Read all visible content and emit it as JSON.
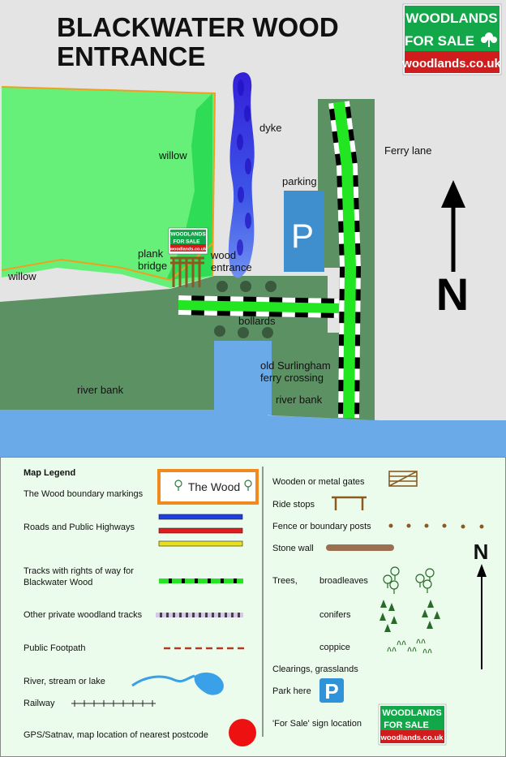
{
  "map": {
    "title_line1": "BLACKWATER WOOD",
    "title_line2": "ENTRANCE",
    "badge": {
      "line1": "WOODLANDS",
      "line2": "FOR SALE",
      "url": "woodlands.co.uk"
    },
    "labels": {
      "willow_top": "willow",
      "willow_left": "willow",
      "dyke": "dyke",
      "ferry_lane": "Ferry lane",
      "parking": "parking",
      "parking_symbol": "P",
      "plank_bridge_1": "plank",
      "plank_bridge_2": "bridge",
      "wood_entrance_1": "wood",
      "wood_entrance_2": "entrance",
      "bollards": "bollards",
      "river_bank_left": "river bank",
      "river_bank_right": "river bank",
      "ferry_crossing_1": "old Surlingham",
      "ferry_crossing_2": "ferry crossing",
      "north": "N"
    },
    "colors": {
      "background": "#e4e4e4",
      "wood_fill": "#66f07a",
      "wood_dark": "#2fdc55",
      "bank": "#5c9164",
      "water": "#6aaae8",
      "track": "#22e622",
      "parking": "#3f8fcf",
      "dyke": "#3d33e0",
      "boundary": "#f0a01e"
    }
  },
  "legend": {
    "title": "Map Legend",
    "left_items": {
      "boundary": "The Wood boundary markings",
      "roads": "Roads and Public Highways",
      "tracks_1": "Tracks with rights of way for",
      "tracks_2": "Blackwater Wood",
      "private_tracks": "Other private woodland tracks",
      "footpath": "Public Footpath",
      "river": "River, stream or lake",
      "railway": "Railway",
      "gps": "GPS/Satnav, map location of nearest postcode"
    },
    "boundary_sample": "The Wood",
    "right_items": {
      "gates": "Wooden or metal gates",
      "ride_stops": "Ride stops",
      "fence": "Fence or boundary posts",
      "stone_wall": "Stone wall",
      "trees": "Trees,",
      "broadleaves": "broadleaves",
      "conifers": "conifers",
      "coppice": "coppice",
      "clearings": "Clearings, grasslands",
      "park_here": "Park here",
      "for_sale": "'For Sale'  sign location"
    },
    "park_symbol": "P",
    "north": "N",
    "colors": {
      "background": "#ecfcec",
      "road_blue": "#1c3fe0",
      "road_red": "#e01c1c",
      "road_yellow": "#e8e01c",
      "footpath": "#b03a22",
      "gps": "#ee1111"
    }
  }
}
